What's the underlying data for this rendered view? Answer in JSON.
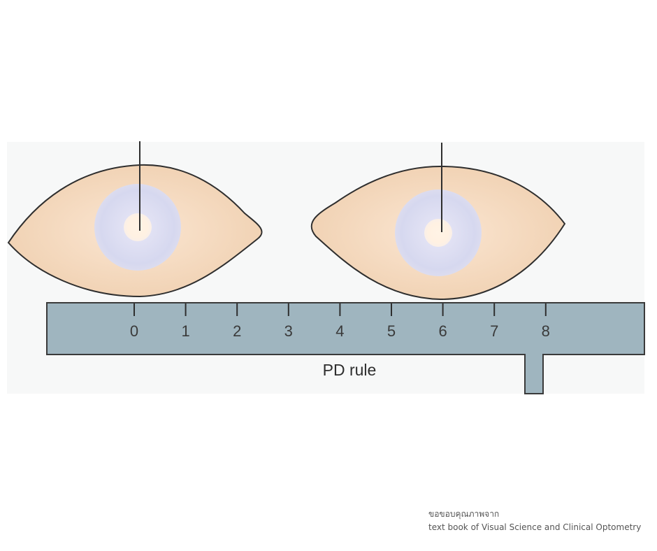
{
  "rule": {
    "label": "PD rule",
    "tick_labels": [
      "0",
      "1",
      "2",
      "3",
      "4",
      "5",
      "6",
      "7",
      "8"
    ],
    "fill_color": "#9fb5bf",
    "outline_color": "#3a3a3a"
  },
  "eyes": {
    "sclera_color": "#f6dcc2",
    "iris_color": "#d8daf0",
    "pupil_color": "#fff3e0"
  },
  "credit": {
    "line1": "ขอขอบคุณภาพจาก",
    "line2": "text book of Visual Science and Clinical Optometry"
  }
}
